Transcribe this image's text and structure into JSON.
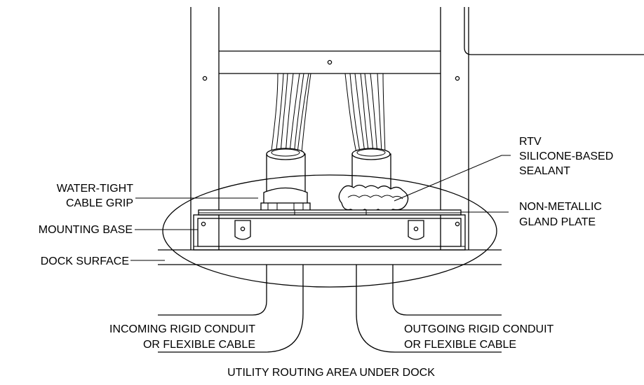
{
  "labels": {
    "rtv_line1": "RTV",
    "rtv_line2": "SILICONE-BASED",
    "rtv_line3": "SEALANT",
    "grip_line1": "WATER-TIGHT",
    "grip_line2": "CABLE GRIP",
    "mounting_base": "MOUNTING BASE",
    "gland_line1": "NON-METALLIC",
    "gland_line2": "GLAND PLATE",
    "dock_surface": "DOCK SURFACE",
    "incoming_line1": "INCOMING RIGID CONDUIT",
    "incoming_line2": "OR FLEXIBLE CABLE",
    "outgoing_line1": "OUTGOING RIGID CONDUIT",
    "outgoing_line2": "OR FLEXIBLE CABLE",
    "routing_area": "UTILITY ROUTING AREA UNDER DOCK"
  },
  "colors": {
    "line": "#000000",
    "background": "#ffffff"
  }
}
